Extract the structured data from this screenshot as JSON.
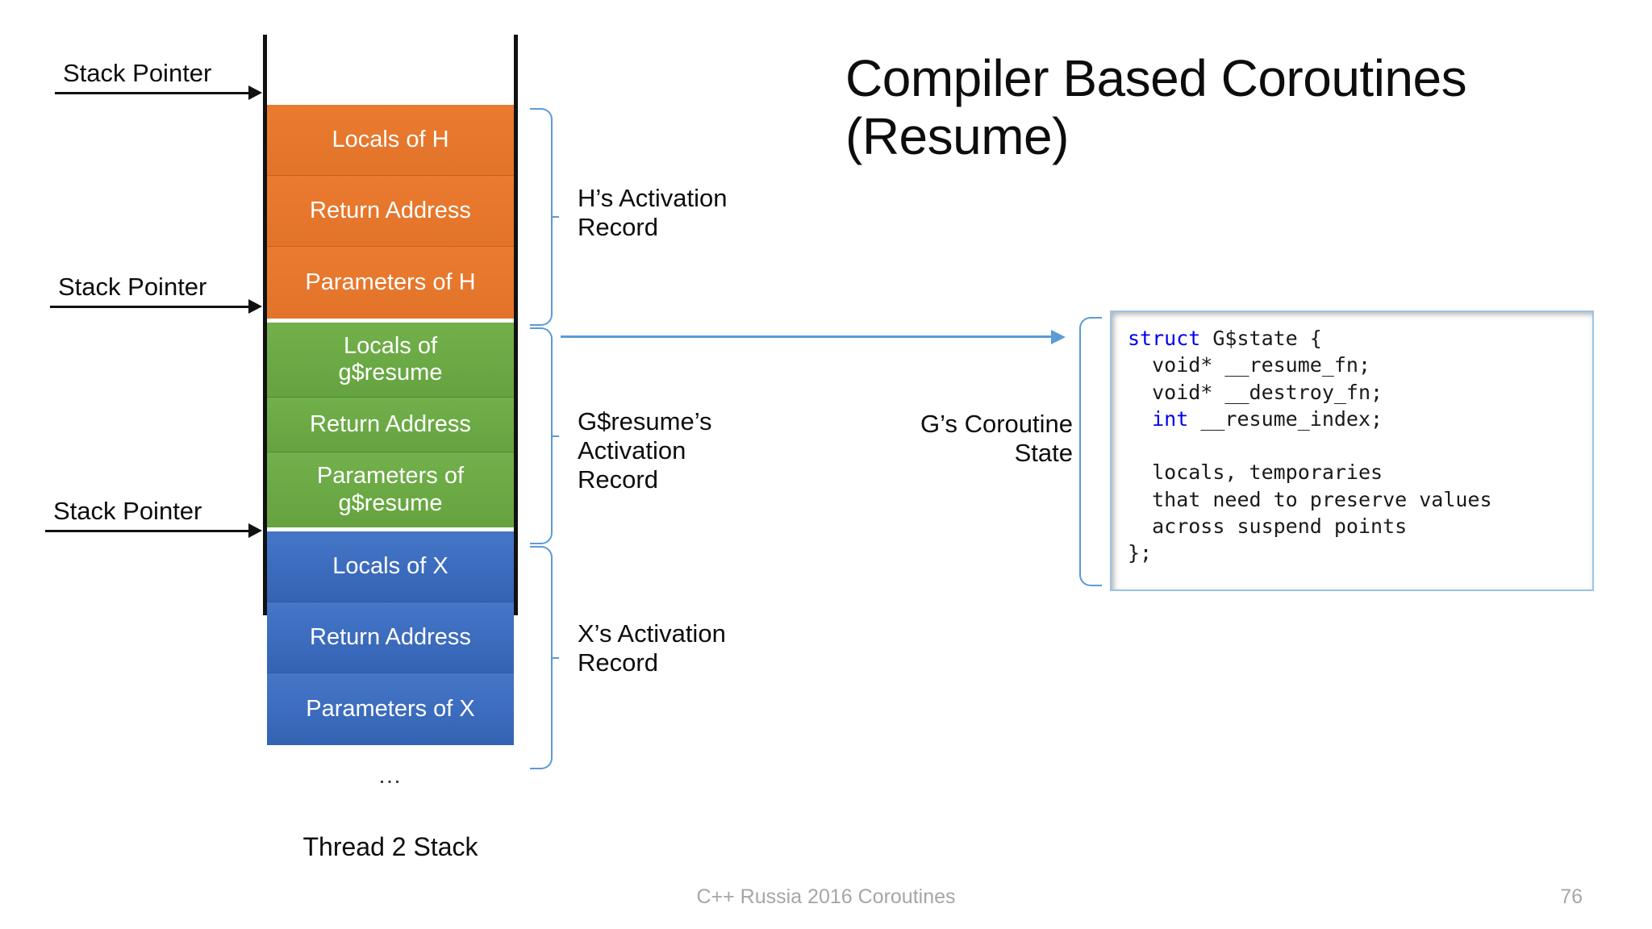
{
  "slide": {
    "title_line1": "Compiler Based Coroutines",
    "title_line2": "(Resume)",
    "footer_note": "C++ Russia 2016 Coroutines",
    "page_number": "76"
  },
  "colors": {
    "orange": "#ED7D31",
    "green": "#6CAB46",
    "blue": "#3B6FC4",
    "brace_blue": "#5B9BD5",
    "code_border": "#9DC3E6",
    "keyword_blue": "#0000EE",
    "footer_gray": "#A6A6A6"
  },
  "stack": {
    "caption": "Thread 2 Stack",
    "ellipsis": "…",
    "pointers": [
      {
        "label": "Stack Pointer"
      },
      {
        "label": "Stack Pointer"
      },
      {
        "label": "Stack Pointer"
      }
    ],
    "groups": [
      {
        "color": "orange",
        "record_label_line1": "H’s Activation",
        "record_label_line2": "Record",
        "blocks": [
          {
            "text": "Locals of H"
          },
          {
            "text": "Return Address"
          },
          {
            "text": "Parameters of H"
          }
        ]
      },
      {
        "color": "green",
        "record_label_line1": "G$resume’s",
        "record_label_line2": "Activation",
        "record_label_line3": "Record",
        "blocks": [
          {
            "line1": "Locals of",
            "line2": "g$resume"
          },
          {
            "line1": "Return Address",
            "line2": ""
          },
          {
            "line1": "Parameters of",
            "line2": "g$resume"
          }
        ]
      },
      {
        "color": "blue",
        "record_label_line1": "X’s Activation",
        "record_label_line2": "Record",
        "blocks": [
          {
            "text": "Locals of X"
          },
          {
            "text": "Return Address"
          },
          {
            "text": "Parameters of X"
          }
        ]
      }
    ]
  },
  "coroutine_state": {
    "label_line1": "G’s Coroutine",
    "label_line2": "State"
  },
  "code": {
    "line_struct_kw": "struct",
    "line_struct_rest": " G$state {",
    "line_resume_fn": "  void* __resume_fn;",
    "line_destroy_fn": "  void* __destroy_fn;",
    "line_int_kw": "  int",
    "line_int_rest": " __resume_index;",
    "line_blank": "",
    "line_locals": "  locals, temporaries",
    "line_that": "  that need to preserve values",
    "line_across": "  across suspend points",
    "line_close": "};"
  }
}
